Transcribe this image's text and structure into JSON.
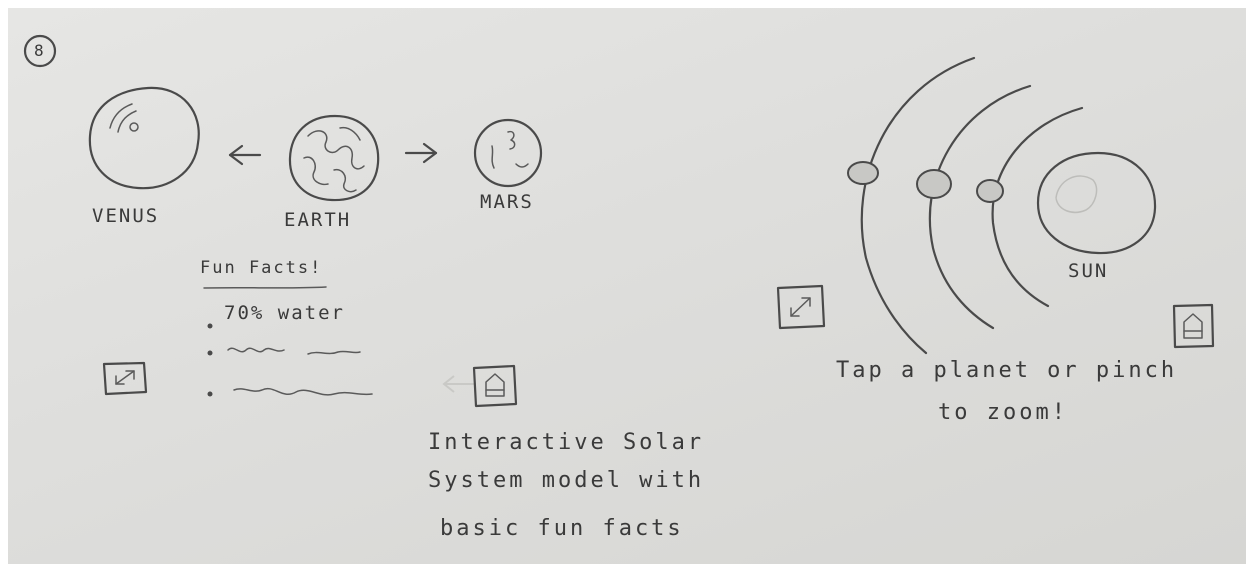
{
  "sketch": {
    "page_number": "8",
    "left_screen": {
      "planets": {
        "venus": "VENUS",
        "earth": "EARTH",
        "mars": "MARS"
      },
      "fun_facts_title": "Fun Facts!",
      "fun_facts": [
        "70% water"
      ],
      "expand_icon": "expand-icon",
      "home_icon": "home-icon"
    },
    "right_screen": {
      "sun_label": "SUN",
      "hint_line1": "Tap a planet or pinch",
      "hint_line2": "to zoom!",
      "expand_icon": "expand-icon",
      "home_icon": "home-icon"
    },
    "caption": {
      "line1": "Interactive Solar",
      "line2": "System model with",
      "line3": "basic fun facts"
    }
  }
}
